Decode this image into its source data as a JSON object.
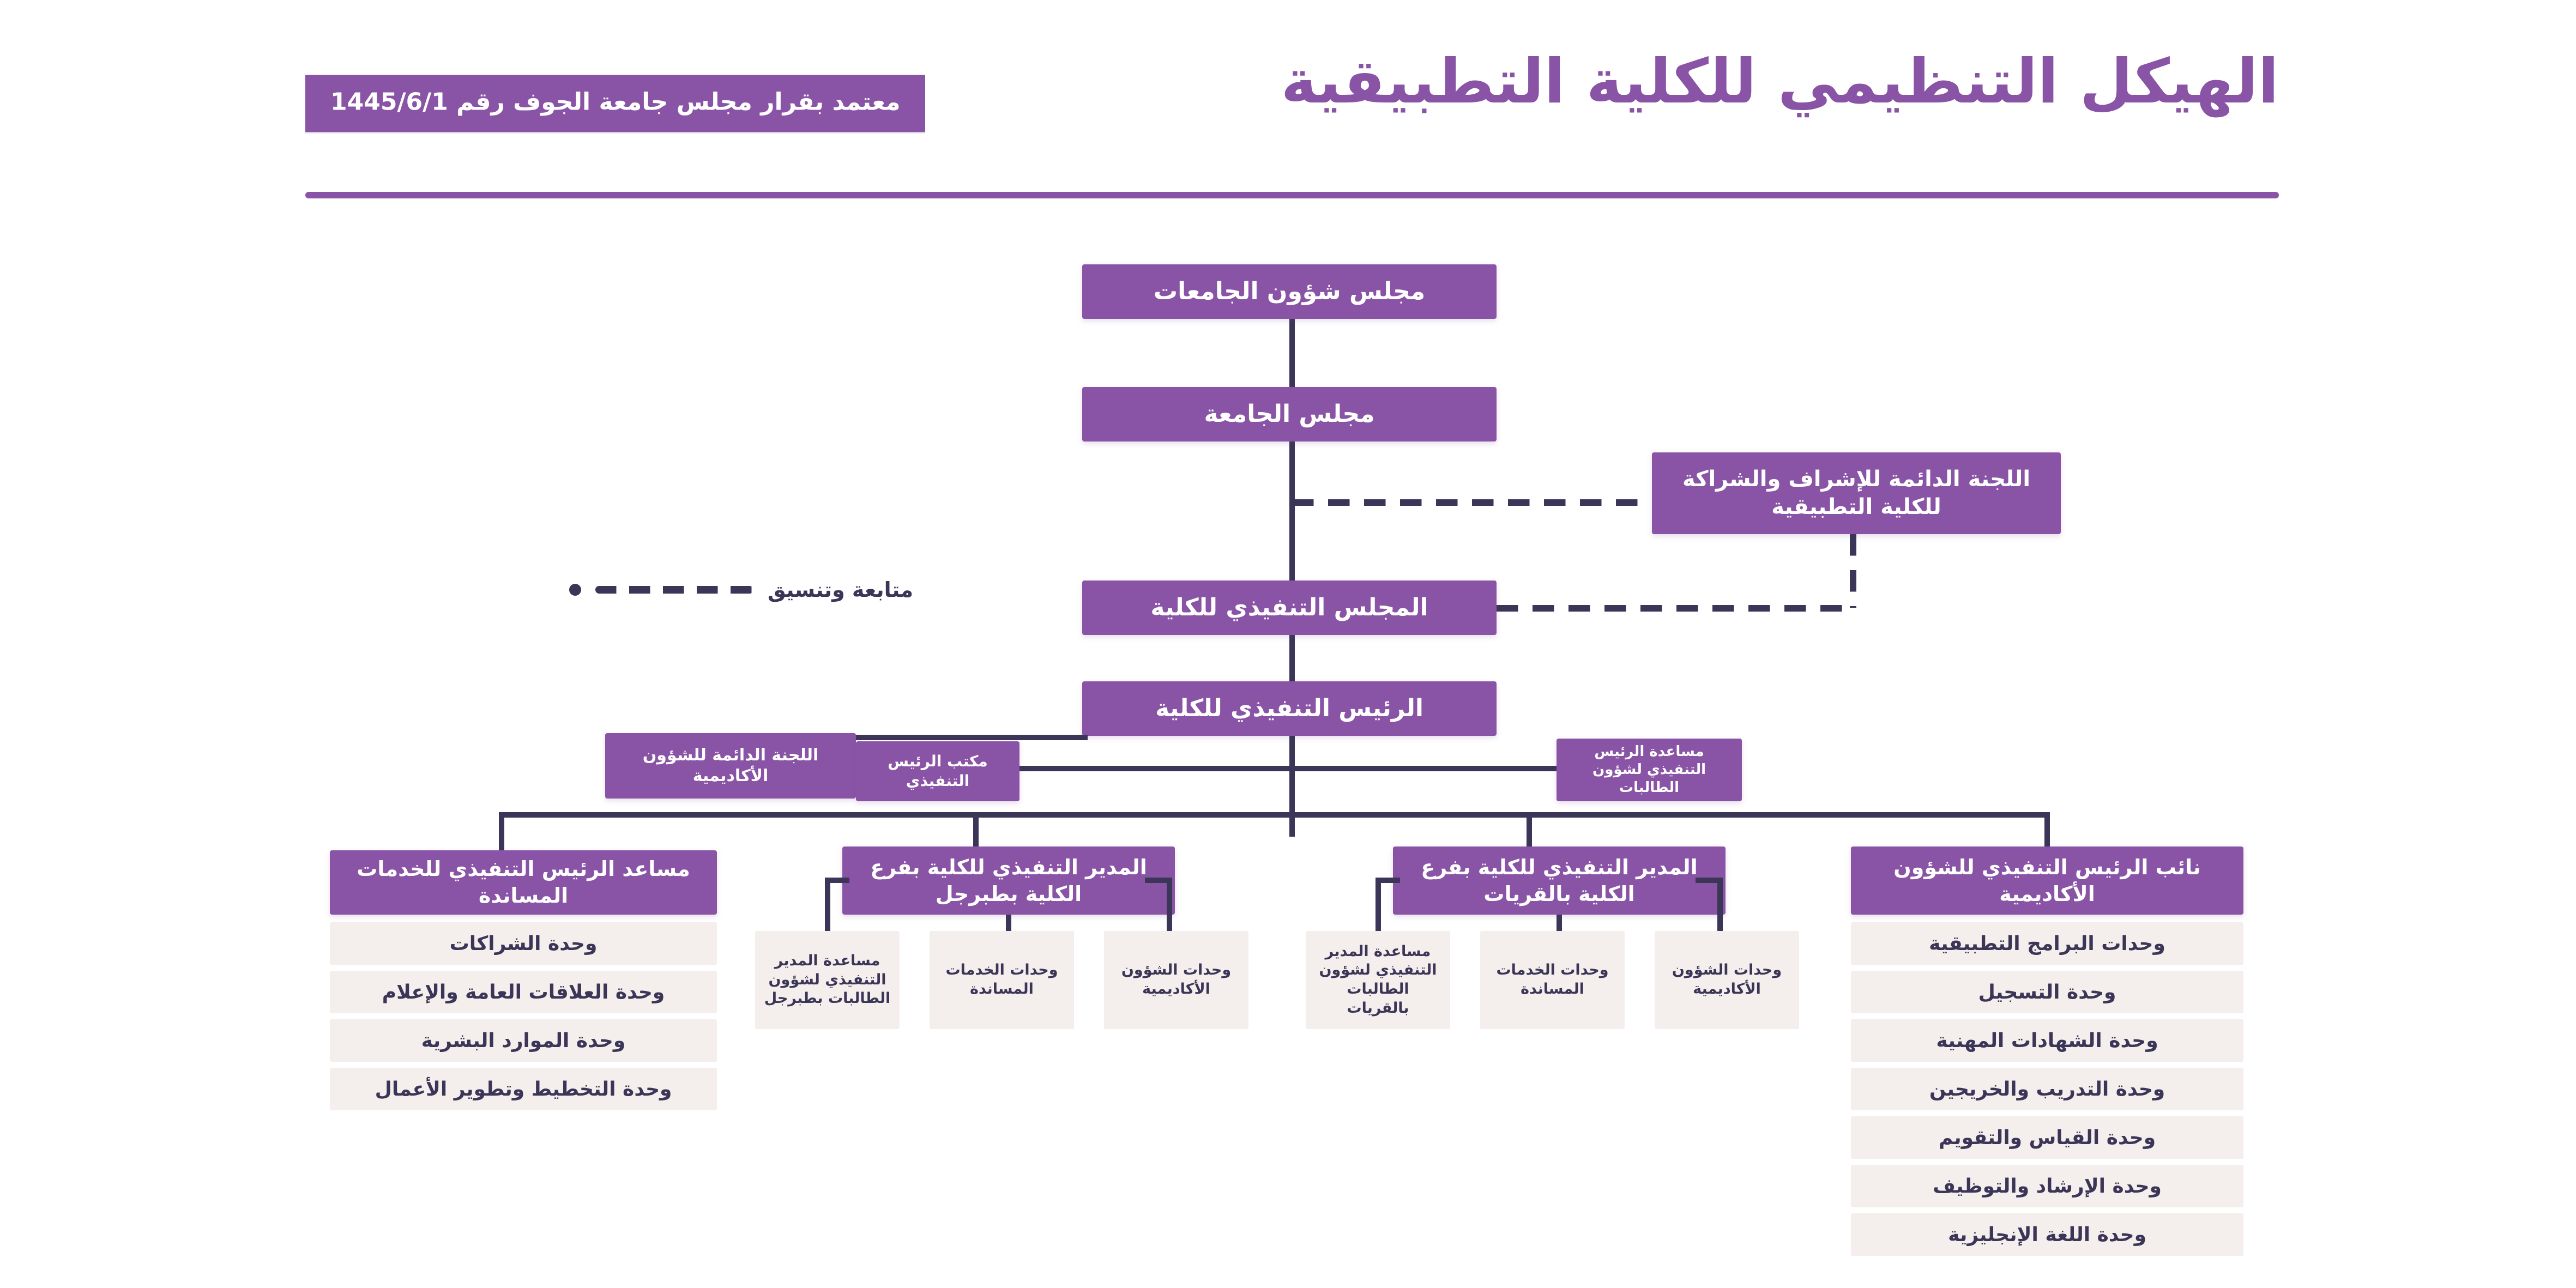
{
  "header": {
    "title": "الهيكل التنظيمي للكلية التطبيقية",
    "approval_badge": "معتمد بقرار مجلس جامعة الجوف رقم 1445/6/1"
  },
  "legend": {
    "label": "متابعة وتنسيق"
  },
  "colors": {
    "primary_purple": "#8a54a6",
    "connector_navy": "#3b3557",
    "light_box": "#f4efec",
    "page_background": "#ffffff"
  },
  "chart_data": {
    "type": "diagram",
    "title": "الهيكل التنظيمي للكلية التطبيقية",
    "nodes": {
      "universities_affairs_council": "مجلس شؤون الجامعات",
      "university_council": "مجلس الجامعة",
      "permanent_supervision_committee": "اللجنة الدائمة للإشراف والشراكة للكلية التطبيقية",
      "college_executive_council": "المجلس التنفيذي للكلية",
      "college_executive_president": "الرئيس التنفيذي للكلية",
      "permanent_academic_committee": "اللجنة الدائمة للشؤون الأكاديمية",
      "executive_president_office": "مكتب الرئيس التنفيذي",
      "assistant_female_students": "مساعدة الرئيس التنفيذي لشؤون الطالبات"
    },
    "branches": [
      {
        "id": "support-services",
        "head": "مساعد الرئيس التنفيذي للخدمات المساندة",
        "layout": "stacked-list",
        "units": [
          "وحدة الشراكات",
          "وحدة العلاقات العامة والإعلام",
          "وحدة الموارد البشرية",
          "وحدة التخطيط وتطوير الأعمال"
        ]
      },
      {
        "id": "tabarjal-branch",
        "head": "المدير التنفيذي للكلية بفرع الكلية بطبرجل",
        "layout": "row",
        "units": [
          "مساعدة المدير التنفيذي لشؤون الطالبات بطبرجل",
          "وحدات الخدمات المساندة",
          "وحدات الشؤون الأكاديمية"
        ]
      },
      {
        "id": "qurayyat-branch",
        "head": "المدير التنفيذي للكلية بفرع الكلية بالقريات",
        "layout": "row",
        "units": [
          "مساعدة المدير التنفيذي لشؤون الطالبات بالقريات",
          "وحدات الخدمات المساندة",
          "وحدات الشؤون الأكاديمية"
        ]
      },
      {
        "id": "academic-affairs",
        "head": "نائب الرئيس التنفيذي للشؤون الأكاديمية",
        "layout": "stacked-list",
        "units": [
          "وحدات البرامج التطبيقية",
          "وحدة التسجيل",
          "وحدة الشهادات المهنية",
          "وحدة التدريب والخريجين",
          "وحدة القياس والتقويم",
          "وحدة الإرشاد والتوظيف",
          "وحدة اللغة الإنجليزية"
        ]
      }
    ]
  }
}
